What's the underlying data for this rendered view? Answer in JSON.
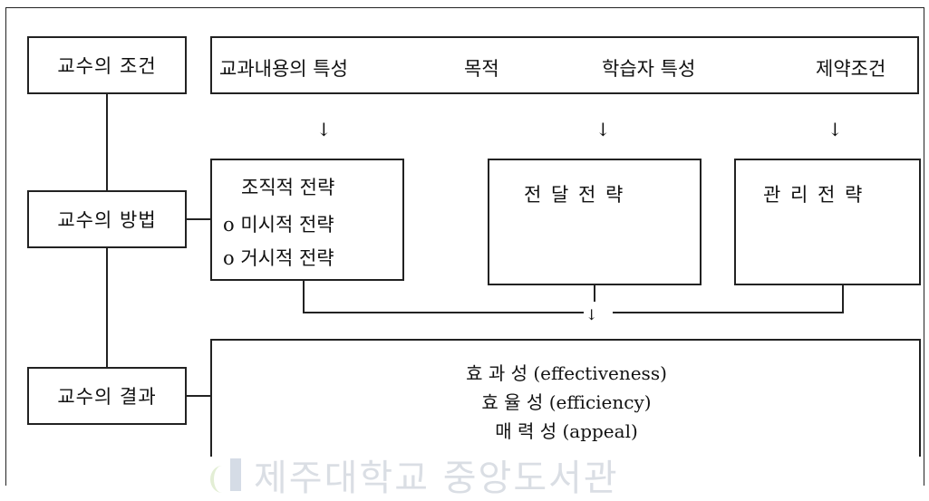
{
  "left_labels": {
    "conditions": "교수의 조건",
    "methods": "교수의 방법",
    "results": "교수의 결과"
  },
  "conditions": {
    "subject_content": "교과내용의 특성",
    "purpose": "목적",
    "learner": "학습자 특성",
    "constraints": "제약조건"
  },
  "arrows": {
    "down": "↓"
  },
  "strategies": {
    "organizational": {
      "title": "조직적 전략",
      "items": [
        "o 미시적 전략",
        "o 거시적 전략"
      ]
    },
    "delivery": "전 달 전 략",
    "management": "관 리 전 략"
  },
  "results": {
    "lines": [
      "효 과 성 (effectiveness)",
      "효 율 성 (efficiency)",
      "매 력 성 (appeal)"
    ]
  },
  "watermark": "제주대학교 중앙도서관"
}
